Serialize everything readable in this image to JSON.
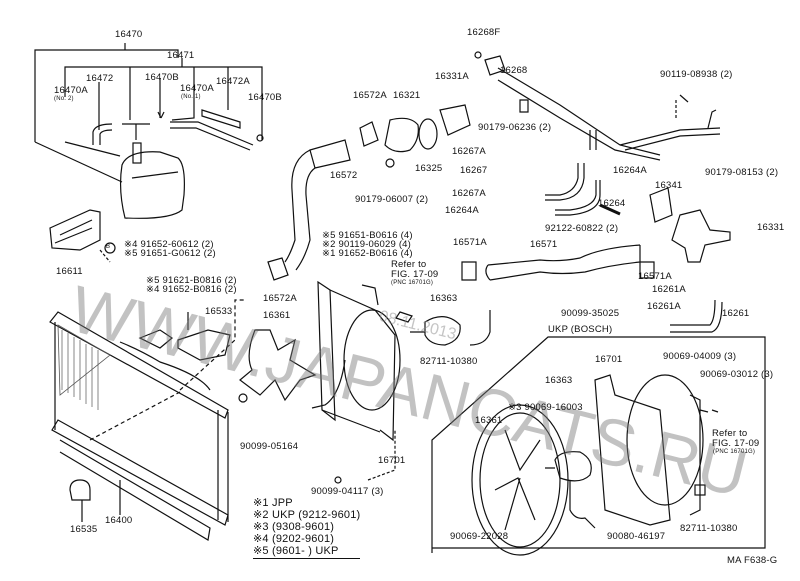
{
  "diagram_code": "MA F638-G",
  "watermark": "WWW.JAPANCATS.RU",
  "date_stamp": "08.11.2013",
  "variant_box_title": "UKP (BOSCH)",
  "legend": [
    "※1 JPP",
    "※2 UKP (9212-9601)",
    "※3 (9308-9601)",
    "※4 (9202-9601)",
    "※5 (9601-      ) UKP"
  ],
  "labels": [
    "16470",
    "16471",
    "16472",
    "16470B",
    "16472A",
    "16470A",
    "(No. 2)",
    "16470A",
    "(No. 1)",
    "16470B",
    "16611",
    "※4 91652-60612 (2)",
    "※5 91651-G0612 (2)",
    "B",
    "※5 91621-B0816 (2)",
    "※4 91652-B0816 (2)",
    "16533",
    "16535",
    "16400",
    "16572A",
    "16321",
    "16331A",
    "16268F",
    "16268",
    "90119-08938 (2)",
    "16572",
    "16325",
    "90179-06236 (2)",
    "90179-06007 (2)",
    "16267A",
    "16267",
    "16264A",
    "16267A",
    "16264A",
    "16264",
    "90179-08153 (2)",
    "16341",
    "92122-60822 (2)",
    "16331",
    "16571A",
    "16571",
    "16571A",
    "16261A",
    "16261A",
    "16261",
    "※5 91651-B0616 (4)",
    "※2 90119-06029 (4)",
    "※1 91652-B0616 (4)",
    "Refer to",
    "FIG. 17-09",
    "(PNC 16701G)",
    "16572A",
    "16361",
    "16363",
    "82711-10380",
    "90099-05164",
    "16701",
    "90099-04117 (3)",
    "90099-35025",
    "16701",
    "90069-04009 (3)",
    "90069-03012 (3)",
    "16363",
    "※3 90069-16003",
    "16361",
    "Refer to",
    "FIG. 17-09",
    "(PNC 16701G)",
    "90069-22028",
    "90080-46197",
    "82711-10380"
  ]
}
